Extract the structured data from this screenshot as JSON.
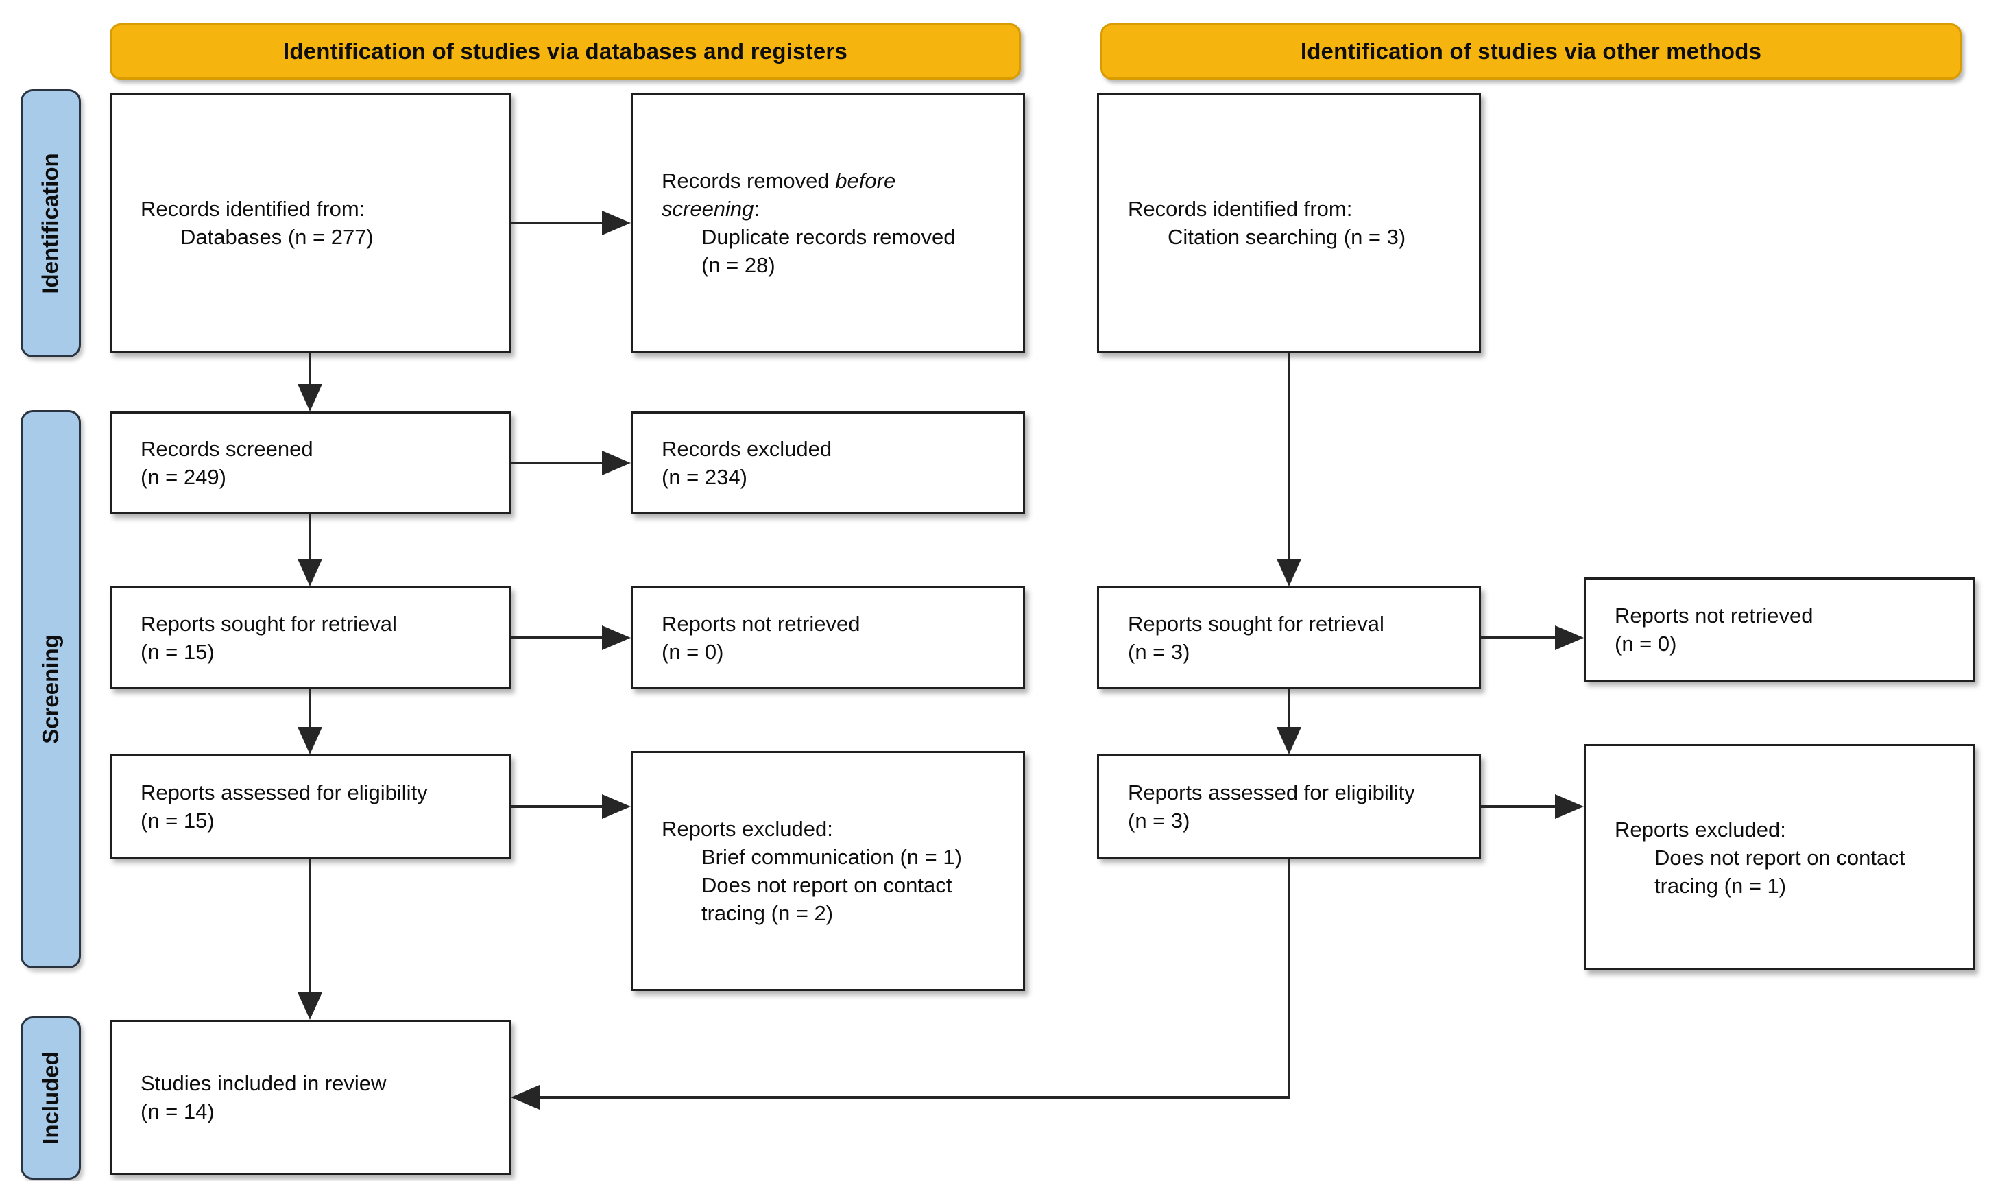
{
  "colors": {
    "header_fill": "#F6B40E",
    "header_border": "#D99C00",
    "stage_fill": "#A9CBEA",
    "stage_border": "#2A3440",
    "box_border": "#1F1F1F",
    "line": "#262626",
    "text": "#0E0E0E"
  },
  "headers": [
    {
      "id": "databases",
      "label": "Identification of studies via databases and registers"
    },
    {
      "id": "other",
      "label": "Identification of studies via other methods"
    }
  ],
  "stages": [
    {
      "id": "identification",
      "label": "Identification"
    },
    {
      "id": "screening",
      "label": "Screening"
    },
    {
      "id": "included",
      "label": "Included"
    }
  ],
  "boxes": {
    "records_identified_databases": {
      "lines": [
        {
          "segments": [
            {
              "text": "Records identified from:"
            }
          ]
        },
        {
          "indent": true,
          "segments": [
            {
              "text": "Databases (n = 277)"
            }
          ]
        }
      ]
    },
    "records_removed_before_screening": {
      "lines": [
        {
          "segments": [
            {
              "text": "Records removed "
            },
            {
              "text": "before",
              "italic": true
            }
          ]
        },
        {
          "segments": [
            {
              "text": "screening",
              "italic": true
            },
            {
              "text": ":"
            }
          ]
        },
        {
          "indent": true,
          "segments": [
            {
              "text": "Duplicate records removed"
            }
          ]
        },
        {
          "indent": true,
          "segments": [
            {
              "text": "(n = 28)"
            }
          ]
        }
      ]
    },
    "records_identified_other": {
      "lines": [
        {
          "segments": [
            {
              "text": "Records identified from:"
            }
          ]
        },
        {
          "indent": true,
          "segments": [
            {
              "text": "Citation searching (n = 3)"
            }
          ]
        }
      ]
    },
    "records_screened": {
      "lines": [
        {
          "segments": [
            {
              "text": "Records screened"
            }
          ]
        },
        {
          "segments": [
            {
              "text": "(n = 249)"
            }
          ]
        }
      ]
    },
    "records_excluded": {
      "lines": [
        {
          "segments": [
            {
              "text": "Records excluded"
            }
          ]
        },
        {
          "segments": [
            {
              "text": "(n = 234)"
            }
          ]
        }
      ]
    },
    "reports_sought_databases": {
      "lines": [
        {
          "segments": [
            {
              "text": "Reports sought for retrieval"
            }
          ]
        },
        {
          "segments": [
            {
              "text": "(n = 15)"
            }
          ]
        }
      ]
    },
    "reports_not_retrieved_databases": {
      "lines": [
        {
          "segments": [
            {
              "text": "Reports not retrieved"
            }
          ]
        },
        {
          "segments": [
            {
              "text": "(n = 0)"
            }
          ]
        }
      ]
    },
    "reports_sought_other": {
      "lines": [
        {
          "segments": [
            {
              "text": "Reports sought for retrieval"
            }
          ]
        },
        {
          "segments": [
            {
              "text": "(n = 3)"
            }
          ]
        }
      ]
    },
    "reports_not_retrieved_other": {
      "lines": [
        {
          "segments": [
            {
              "text": "Reports not retrieved"
            }
          ]
        },
        {
          "segments": [
            {
              "text": "(n = 0)"
            }
          ]
        }
      ]
    },
    "reports_assessed_databases": {
      "lines": [
        {
          "segments": [
            {
              "text": "Reports assessed for eligibility"
            }
          ]
        },
        {
          "segments": [
            {
              "text": "(n = 15)"
            }
          ]
        }
      ]
    },
    "reports_excluded_databases": {
      "lines": [
        {
          "segments": [
            {
              "text": "Reports excluded:"
            }
          ]
        },
        {
          "indent": true,
          "segments": [
            {
              "text": "Brief communication (n = 1)"
            }
          ]
        },
        {
          "indent": true,
          "segments": [
            {
              "text": "Does not report on contact"
            }
          ]
        },
        {
          "indent": true,
          "segments": [
            {
              "text": "tracing (n = 2)"
            }
          ]
        }
      ]
    },
    "reports_assessed_other": {
      "lines": [
        {
          "segments": [
            {
              "text": "Reports assessed for eligibility"
            }
          ]
        },
        {
          "segments": [
            {
              "text": "(n = 3)"
            }
          ]
        }
      ]
    },
    "reports_excluded_other": {
      "lines": [
        {
          "segments": [
            {
              "text": "Reports excluded:"
            }
          ]
        },
        {
          "indent": true,
          "segments": [
            {
              "text": "Does not report on contact"
            }
          ]
        },
        {
          "indent": true,
          "segments": [
            {
              "text": "tracing (n = 1)"
            }
          ]
        }
      ]
    },
    "studies_included": {
      "lines": [
        {
          "segments": [
            {
              "text": "Studies included in review"
            }
          ]
        },
        {
          "segments": [
            {
              "text": "(n = 14)"
            }
          ]
        }
      ]
    }
  }
}
